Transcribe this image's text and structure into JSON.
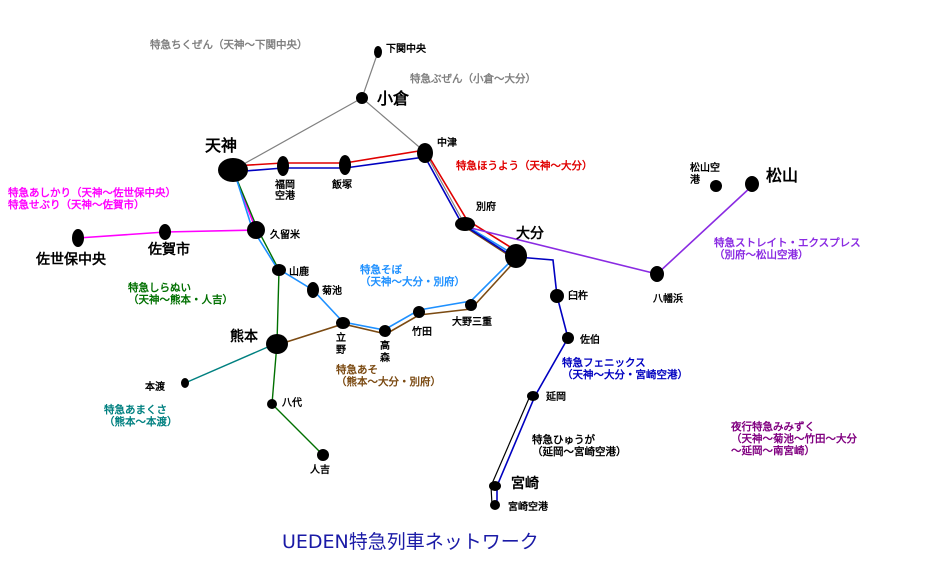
{
  "title": "UEDEN特急列車ネットワーク",
  "colors": {
    "chikuzen": "#808080",
    "hoyo": "#e00000",
    "ashikari": "#ff00ff",
    "shiranui": "#007000",
    "sobo": "#1e90ff",
    "aso": "#7b4a12",
    "amakusa": "#008080",
    "phoenix": "#0000c0",
    "hyuga": "#000000",
    "strait": "#8a2be2",
    "mizuku": "#800080"
  },
  "stations": {
    "shimonoseki": "下関中央",
    "kokura": "小倉",
    "tenjin": "天神",
    "fukuoka_airport": [
      "福岡",
      "空港"
    ],
    "iizuka": "飯塚",
    "nakatsu": "中津",
    "beppu": "別府",
    "oita": "大分",
    "matsuyama_airport": [
      "松山空",
      "港"
    ],
    "matsuyama": "松山",
    "kurume": "久留米",
    "saga": "佐賀市",
    "sasebo": "佐世保中央",
    "yamaga": "山鹿",
    "kikuchi": "菊池",
    "kumamoto": "熊本",
    "tateno": [
      "立",
      "野"
    ],
    "takamori": [
      "高",
      "森"
    ],
    "taketa": "竹田",
    "ono_mie": "大野三重",
    "usuki": "臼杵",
    "saiki": "佐伯",
    "hondo": "本渡",
    "yatsushiro": "八代",
    "hitoyoshi": "人吉",
    "nobeoka": "延岡",
    "miyazaki": "宮崎",
    "miyazaki_airport": "宮崎空港",
    "yawatahama": "八幡浜"
  },
  "routes": {
    "chikuzen": "特急ちくぜん（天神～下関中央）",
    "buzen": "特急ぶぜん（小倉～大分）",
    "hoyo": "特急ほうよう（天神～大分）",
    "ashikari": "特急あしかり（天神～佐世保中央）",
    "seburi": "特急せぶり（天神～佐賀市）",
    "shiranui": [
      "特急しらぬい",
      "（天神～熊本・人吉）"
    ],
    "sobo": [
      "特急そぼ",
      "（天神～大分・別府）"
    ],
    "aso": [
      "特急あそ",
      "（熊本～大分・別府）"
    ],
    "amakusa": [
      "特急あまくさ",
      "（熊本～本渡）"
    ],
    "phoenix": [
      "特急フェニックス",
      "（天神～大分・宮崎空港）"
    ],
    "hyuga": [
      "特急ひゅうが",
      "（延岡～宮崎空港）"
    ],
    "strait": [
      "特急ストレイト・エクスプレス",
      "（別府～松山空港）"
    ],
    "mizuku": [
      "夜行特急みみずく",
      "（天神～菊池～竹田～大分",
      "～延岡～南宮崎）"
    ]
  }
}
